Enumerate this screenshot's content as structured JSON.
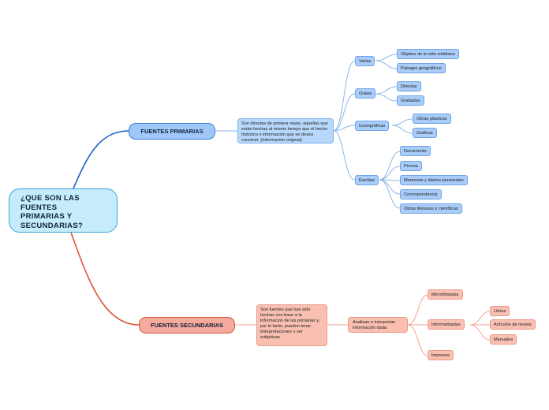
{
  "root": {
    "line1": "¿QUE SON LAS",
    "line2": "FUENTES",
    "line3": "PRIMARIAS Y",
    "line4": "SECUNDARIAS?"
  },
  "primarias": {
    "title": "FUENTES PRIMARIAS",
    "description": "Son directas de primera mano, aquellas que están hechas al mismo tiempo que el hecho histórico o información que se desea construir. (Información original)",
    "categories": {
      "varias": {
        "label": "Varias",
        "items": [
          "Objetos de la vida cotidiana",
          "Paisajes geográficos"
        ]
      },
      "orales": {
        "label": "Orales",
        "items": [
          "Directas",
          "Grabadas"
        ]
      },
      "iconograficas": {
        "label": "Iconográficas",
        "items": [
          "Obras plásticas",
          "Gráficas"
        ]
      },
      "escritas": {
        "label": "Escritas",
        "items": [
          "Documento",
          "Prensa",
          "Memorias y diarios personales",
          "Correspondencia",
          "Obras literarias y científicas"
        ]
      }
    }
  },
  "secundarias": {
    "title": "FUENTES SECUNDARIAS",
    "description": "Son fuentes que han sido hechas con base a la informacion de las primarias y, por lo tanto, pueden tener interpretaciones o ser subjetivas",
    "analysis": "Analizan e interpretan información dada.",
    "categories": {
      "microfilmadas": {
        "label": "Microfilmadas"
      },
      "informatizadas": {
        "label": "Informatizadas",
        "items": [
          "Libros",
          "Artículos de revista",
          "Manuales"
        ]
      },
      "impresas": {
        "label": "Impresas"
      }
    }
  },
  "colors": {
    "primary_branch": "#1f5fbf",
    "secondary_branch": "#e0543a",
    "primary_lines": "#8ab6e8",
    "secondary_lines": "#f0a491"
  }
}
